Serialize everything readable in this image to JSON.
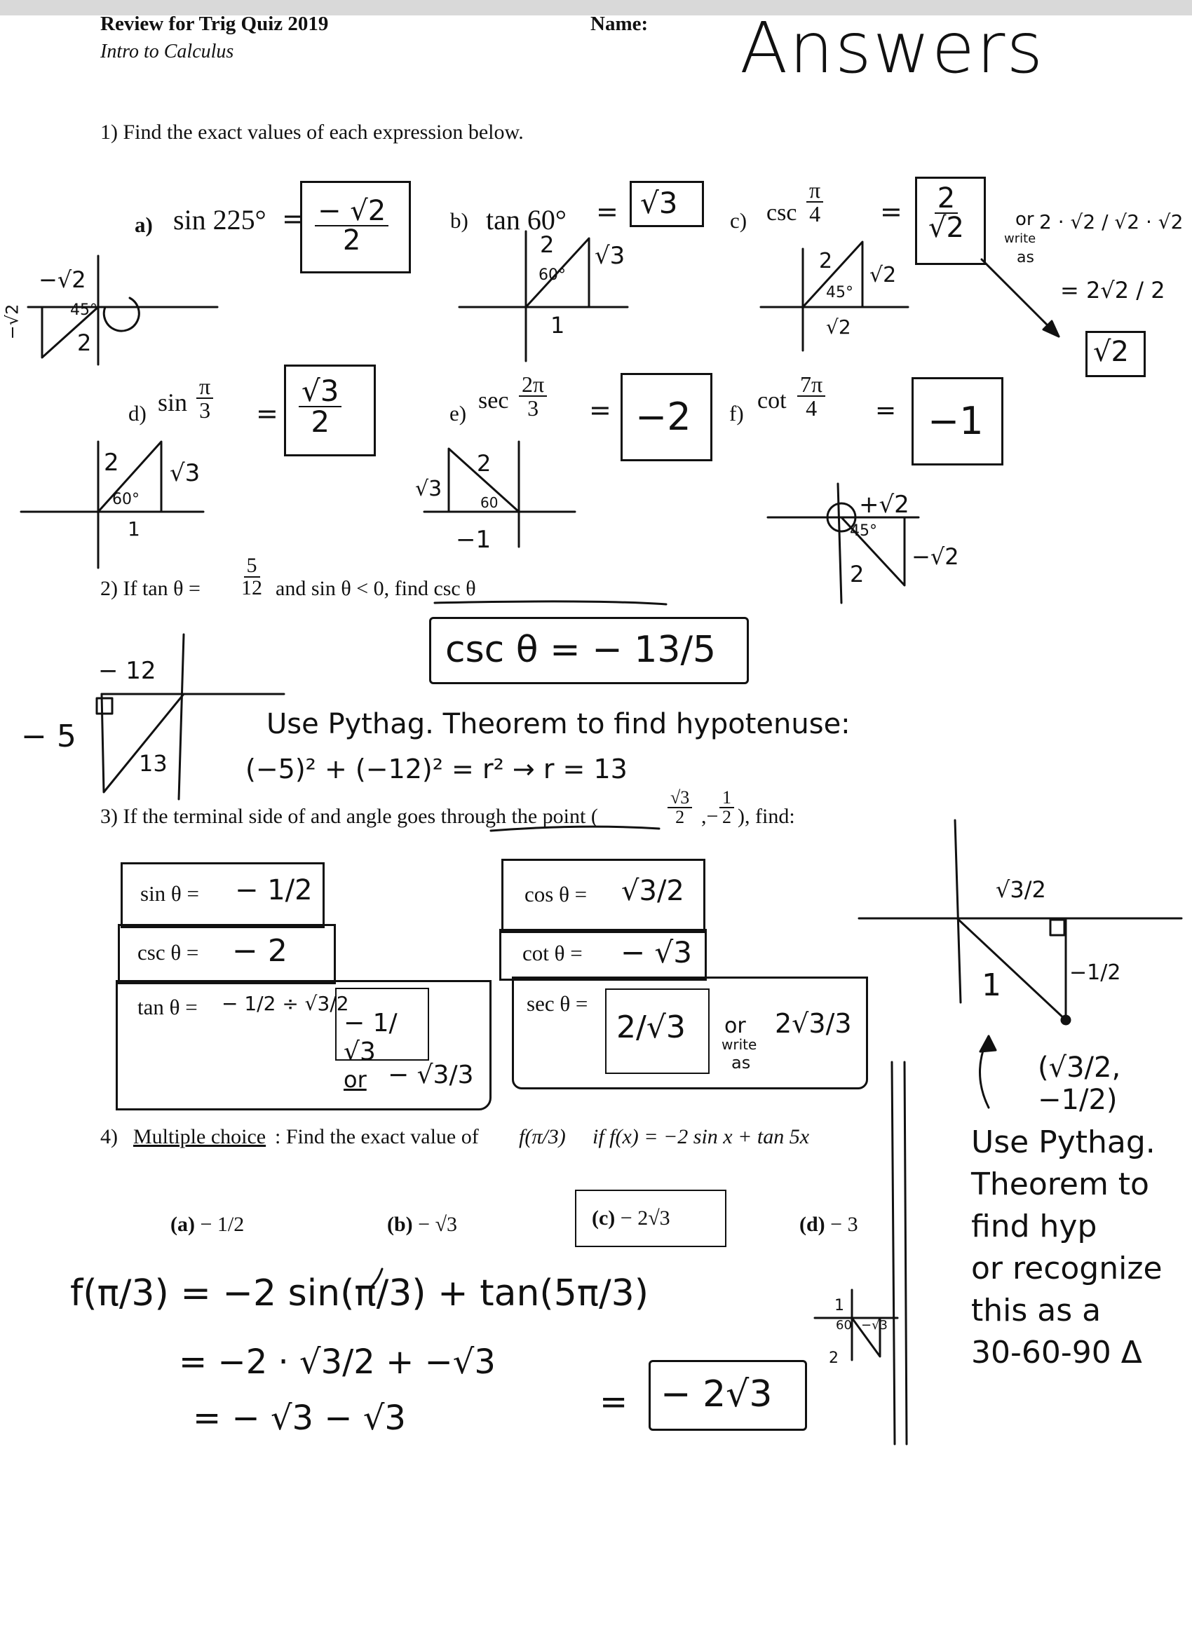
{
  "header": {
    "title": "Review for Trig Quiz 2019",
    "subtitle": "Intro to Calculus",
    "name_label": "Name:",
    "answers": "Answers"
  },
  "q1": {
    "prompt": "1)  Find the exact values of each expression below.",
    "a": {
      "label": "a)",
      "expr": "sin 225°",
      "eq": "=",
      "ans_num": "− √2",
      "ans_den": "2",
      "tri_opp": "−√2",
      "tri_adj": "−√2",
      "tri_angle": "45°",
      "tri_hyp": "2"
    },
    "b": {
      "label": "b)",
      "expr": "tan 60°",
      "eq": "=",
      "ans": "√3",
      "tri_hyp": "2",
      "tri_angle": "60°",
      "tri_opp": "√3",
      "tri_adj": "1"
    },
    "c": {
      "label": "c)",
      "fn": "csc",
      "num": "π",
      "den": "4",
      "eq": "=",
      "ans_num": "2",
      "ans_den": "√2",
      "alt_or": "or",
      "alt_write": "write",
      "alt_as": "as",
      "alt_expr": "2 · √2 / √2 · √2",
      "alt_step": "= 2√2 / 2",
      "alt_final": "√2",
      "tri_hyp": "2",
      "tri_angle": "45°",
      "tri_opp": "√2",
      "tri_adj": "√2"
    },
    "d": {
      "label": "d)",
      "fn": "sin",
      "num": "π",
      "den": "3",
      "eq": "=",
      "ans_num": "√3",
      "ans_den": "2",
      "tri_hyp": "2",
      "tri_angle": "60°",
      "tri_opp": "√3",
      "tri_adj": "1"
    },
    "e": {
      "label": "e)",
      "fn": "sec",
      "num": "2π",
      "den": "3",
      "eq": "=",
      "ans": "−2",
      "tri_opp": "√3",
      "tri_hyp": "2",
      "tri_angle": "60",
      "tri_adj": "−1"
    },
    "f": {
      "label": "f)",
      "fn": "cot",
      "num": "7π",
      "den": "4",
      "eq": "=",
      "ans": "−1",
      "tri_adj": "+√2",
      "tri_angle": "45°",
      "tri_opp": "−√2",
      "tri_hyp": "2"
    }
  },
  "q2": {
    "prefix": "2)  If  tan θ =",
    "frac_num": "5",
    "frac_den": "12",
    "suffix": "and  sin θ < 0, find  csc θ",
    "answer": "csc θ = − 13/5",
    "tri_adj": "− 12",
    "tri_opp": "− 5",
    "tri_hyp": "13",
    "work1": "Use Pythag. Theorem to find hypotenuse:",
    "work2": "(−5)² + (−12)² = r²  →  r = 13"
  },
  "q3": {
    "prompt": "3)  If the terminal side of and angle goes through the point (",
    "pt_x_num": "√3",
    "pt_x_den": "2",
    "pt_y_num": "1",
    "pt_y_den": "2",
    "prompt_end": "), find:",
    "sin": {
      "label": "sin θ =",
      "ans": "− 1/2"
    },
    "csc": {
      "label": "csc θ =",
      "ans": "− 2"
    },
    "tan": {
      "label": "tan θ =",
      "step": "− 1/2 ÷ √3/2",
      "ans": "− 1/√3",
      "or": "or",
      "alt": "− √3/3"
    },
    "cos": {
      "label": "cos θ =",
      "ans": "√3/2"
    },
    "cot": {
      "label": "cot θ =",
      "ans": "− √3"
    },
    "sec": {
      "label": "sec θ =",
      "ans": "2/√3",
      "or": "or",
      "write": "write",
      "as": "as",
      "alt": "2√3/3"
    },
    "side_x": "√3/2",
    "side_y": "−1/2",
    "side_hyp": "1",
    "point": "(√3/2, −1/2)",
    "note": [
      "Use Pythag.",
      "Theorem to",
      "find hyp",
      "or recognize",
      "this as a",
      "30-60-90 Δ"
    ]
  },
  "q4": {
    "prompt_pre": "4)",
    "prompt_mc": "Multiple choice",
    "prompt_mid": ":  Find the exact value of",
    "prompt_f": "f(π/3)",
    "prompt_end": "if  f(x) = −2 sin x + tan 5x",
    "options": [
      {
        "label": "(a)",
        "value": "− 1/2"
      },
      {
        "label": "(b)",
        "value": "− √3"
      },
      {
        "label": "(c)",
        "value": "− 2√3"
      },
      {
        "label": "(d)",
        "value": "− 3"
      }
    ],
    "work1": "f(π/3) = −2 sin(π/3) + tan(5π/3)",
    "work2": "= −2 · √3/2  +  −√3",
    "work3": "= − √3  −  √3",
    "work_eq": "=",
    "answer": "− 2√3",
    "tri_adj": "1",
    "tri_angle": "60",
    "tri_hyp": "2",
    "tri_opp": "−√3"
  }
}
